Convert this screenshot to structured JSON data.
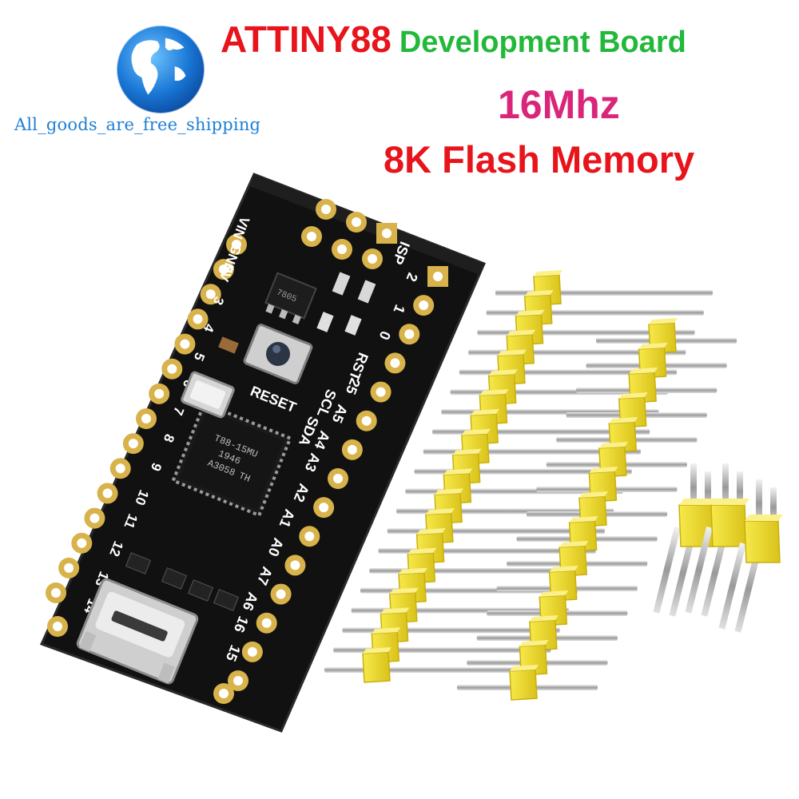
{
  "header": {
    "brand": "ATTINY88",
    "subtitle": "Development Board",
    "frequency": "16Mhz",
    "memory": "8K Flash Memory"
  },
  "shop": {
    "tagline": "All_goods_are_free_shipping",
    "logo_icon": "globe-icon"
  },
  "board": {
    "right_labels": [
      "ISP",
      "2",
      "1",
      "0",
      "RST",
      "25",
      "A5",
      "SCL",
      "A4",
      "SDA",
      "A3",
      "A2",
      "A1",
      "A0",
      "A7",
      "A6",
      "16",
      "15"
    ],
    "left_labels": [
      "VIN",
      "GND",
      "5V",
      "3",
      "4",
      "5",
      "6",
      "7",
      "8",
      "9",
      "10",
      "11",
      "12",
      "13",
      "14"
    ],
    "reset_label": "RESET",
    "chip_text": [
      "T88-15MU",
      "1946",
      "A3058",
      "TH"
    ],
    "regulator_text": "7805"
  },
  "colors": {
    "brand_red": "#e8141c",
    "subtitle_green": "#22b83a",
    "frequency_pink": "#d9267a",
    "tagline_blue": "#1e7fd4",
    "pcb_black": "#111111",
    "pad_gold": "#d8b24a",
    "header_yellow": "#f2df2a"
  }
}
